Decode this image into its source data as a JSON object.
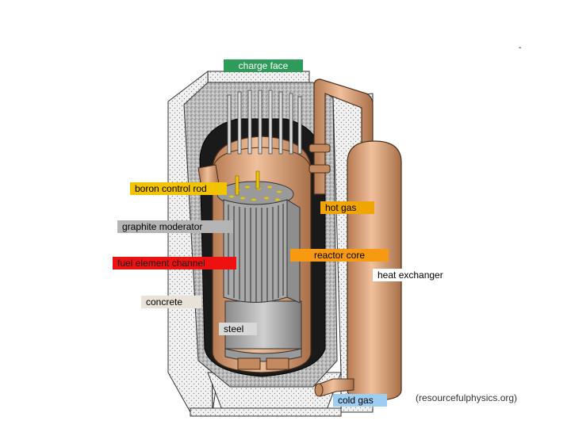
{
  "labels": {
    "charge_face": "charge face",
    "boron_control_rod": "boron control rod",
    "hot_gas": "hot gas",
    "graphite_moderator": "graphite moderator",
    "reactor_core": "reactor core",
    "fuel_element_channel": "fuel element channel",
    "heat_exchanger": "heat exchanger",
    "concrete": "concrete",
    "steel": "steel",
    "cold_gas": "cold gas"
  },
  "credit": "(resourcefulphysics.org)",
  "corner_mark": "-",
  "colors": {
    "charge_face": "#2e9b5a",
    "boron_control_rod": "#f2c300",
    "hot_gas": "#f0a500",
    "graphite_moderator": "#b5b5b5",
    "reactor_core": "#f79a12",
    "fuel_element_channel": "#ee1111",
    "concrete": "#e8e2d8",
    "steel": "#d8d8d8",
    "cold_gas": "#9ecdf2",
    "copper": "#d9a27a",
    "concrete_hatch": "#cfcfcf"
  }
}
